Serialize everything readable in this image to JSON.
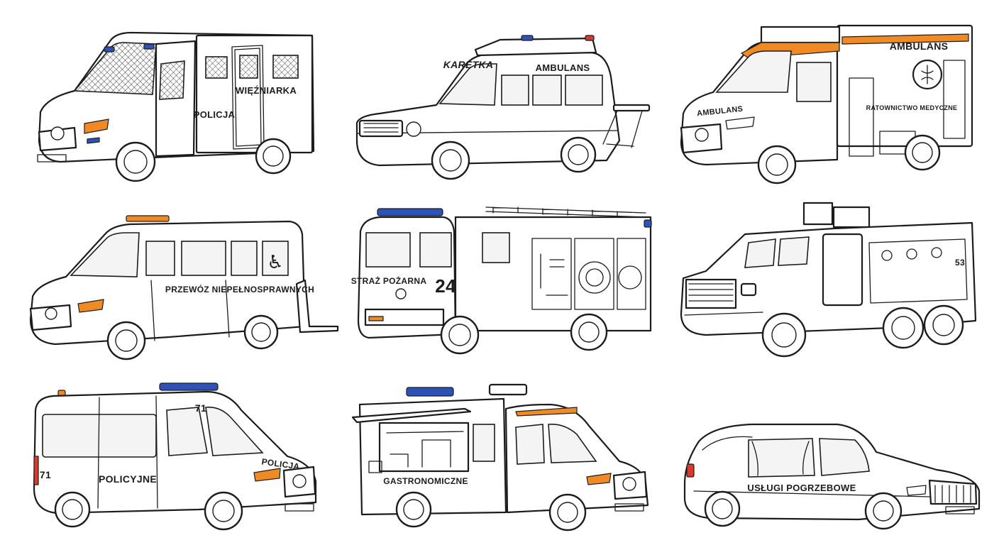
{
  "sheet": {
    "vehicles": [
      {
        "id": "prison-van",
        "labels": {
          "side": "WIĘŹNIARKA",
          "door": "POLICJA"
        }
      },
      {
        "id": "vintage-ambulance",
        "labels": {
          "roof": "KARETKA",
          "side": "AMBULANS"
        }
      },
      {
        "id": "modern-ambulance",
        "labels": {
          "box": "AMBULANS",
          "hood": "AMBULANS",
          "service": "RATOWNICTWO MEDYCZNE"
        }
      },
      {
        "id": "disabled-transport-van",
        "labels": {
          "side": "PRZEWÓZ NIEPEŁNOSPRAWNYCH"
        }
      },
      {
        "id": "fire-truck",
        "labels": {
          "door": "STRAŻ POŻARNA",
          "number": "24"
        }
      },
      {
        "id": "armored-vehicle",
        "labels": {
          "number": "53"
        }
      },
      {
        "id": "police-van",
        "labels": {
          "side": "POLICYJNE",
          "hood": "POLICJA",
          "number": "71"
        }
      },
      {
        "id": "food-truck",
        "labels": {
          "side": "GASTRONOMICZNE"
        }
      },
      {
        "id": "hearse",
        "labels": {
          "side": "USŁUGI POGRZEBOWE"
        }
      }
    ],
    "colors": {
      "line": "#1c1c1c",
      "paper": "#ffffff",
      "beacon_blue": "#2f52b8",
      "beacon_orange": "#f08a24",
      "tail_red": "#d83a2e"
    }
  }
}
